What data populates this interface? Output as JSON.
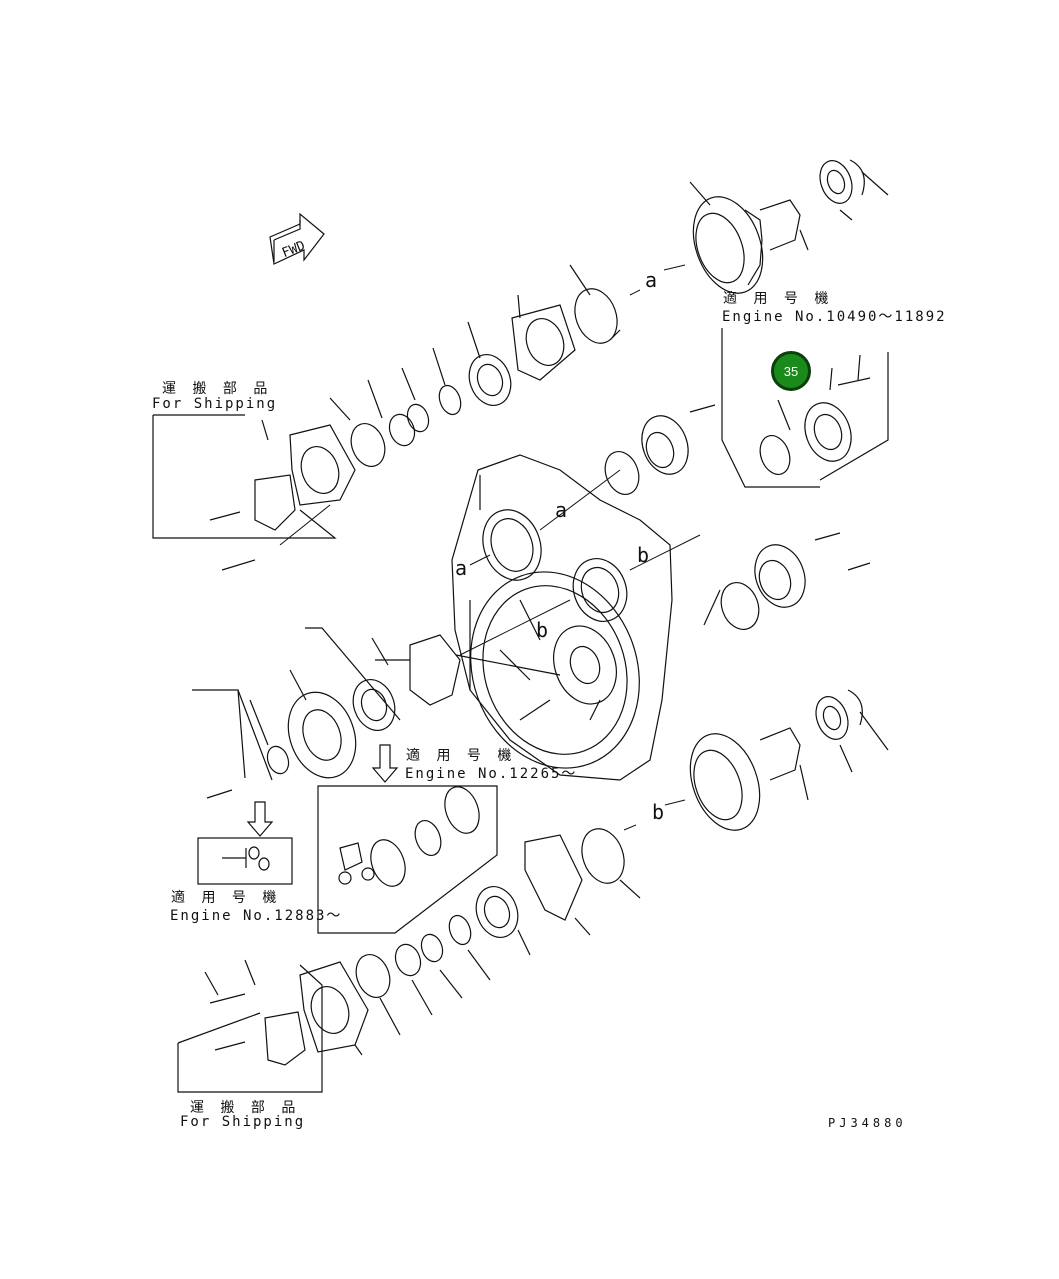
{
  "labels": {
    "shipping_top_jp": "運 搬 部 品",
    "shipping_top_en": "For Shipping",
    "serial_a_jp": "適 用 号 機",
    "serial_a_en": "Engine No.10490～11892",
    "serial_b_jp": "適 用 号 機",
    "serial_b_en": "Engine No.12265～",
    "serial_c_jp": "適 用 号 機",
    "serial_c_en": "Engine No.12883～",
    "shipping_bottom_jp": "運 搬 部 品",
    "shipping_bottom_en": "For Shipping",
    "drawing_code": "PJ34880",
    "fwd": "FWD",
    "ref_a": "a",
    "ref_b": "b"
  },
  "callout": {
    "number": "35",
    "color": "#1a8a1a"
  }
}
